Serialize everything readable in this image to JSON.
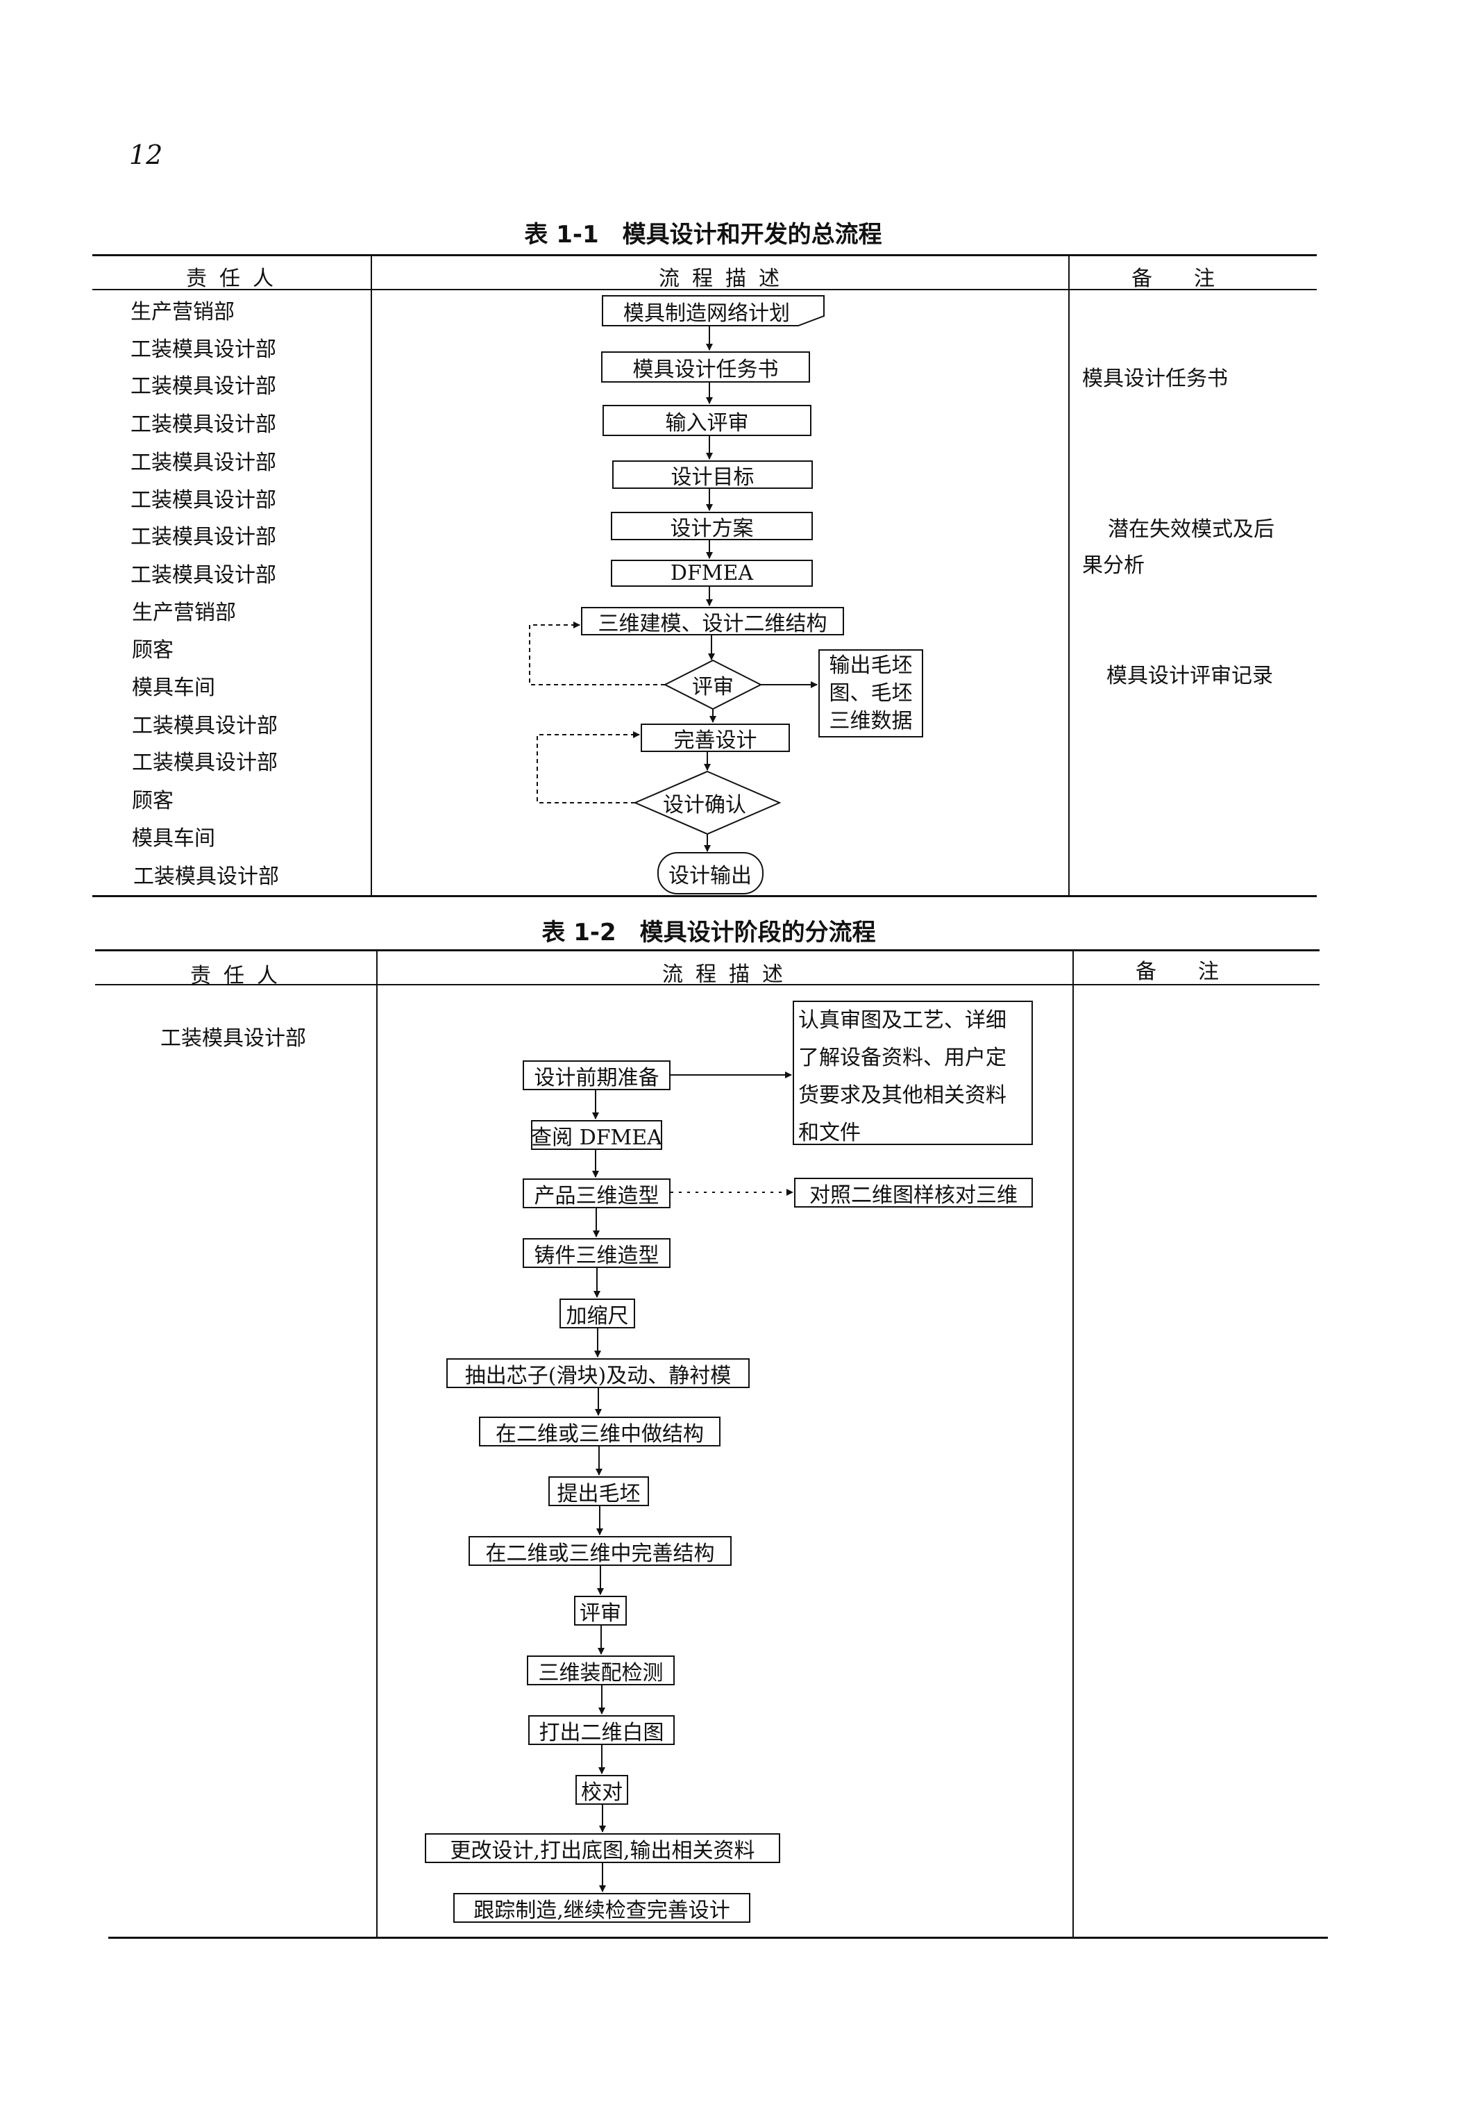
{
  "page_number": "12",
  "table1": {
    "title": "表 1-1　模具设计和开发的总流程",
    "headers": [
      "责任人",
      "流程描述",
      "备注"
    ],
    "responsible": [
      "生产营销部",
      "工装模具设计部",
      "工装模具设计部",
      "工装模具设计部",
      "工装模具设计部",
      "工装模具设计部",
      "工装模具设计部",
      "工装模具设计部",
      "生产营销部",
      "顾客",
      "模具车间",
      "工装模具设计部",
      "工装模具设计部",
      "顾客",
      "模具车间",
      "工装模具设计部"
    ],
    "flow": {
      "network_plan": "模具制造网络计划",
      "task_book": "模具设计任务书",
      "input_review": "输入评审",
      "design_goal": "设计目标",
      "design_scheme": "设计方案",
      "dfmea": "DFMEA",
      "modeling": "三维建模、设计二维结构",
      "review": "评审",
      "blank_output": [
        "输出毛坯",
        "图、毛坯",
        "三维数据"
      ],
      "improve": "完善设计",
      "confirm": "设计确认",
      "output": "设计输出"
    },
    "notes": {
      "task_book": "模具设计任务书",
      "fmea_line1": "潜在失效模式及后",
      "fmea_line2": "果分析",
      "review_record": "模具设计评审记录"
    }
  },
  "table2": {
    "title": "表 1-2　模具设计阶段的分流程",
    "headers": [
      "责任人",
      "流程描述",
      "备注"
    ],
    "responsible": "工装模具设计部",
    "steps": [
      "设计前期准备",
      "查阅 DFMEA",
      "产品三维造型",
      "铸件三维造型",
      "加缩尺",
      "抽出芯子(滑块)及动、静衬模",
      "在二维或三维中做结构",
      "提出毛坯",
      "在二维或三维中完善结构",
      "评审",
      "三维装配检测",
      "打出二维白图",
      "校对",
      "更改设计,打出底图,输出相关资料",
      "跟踪制造,继续检查完善设计"
    ],
    "side_note_1": [
      "认真审图及工艺、详细",
      "了解设备资料、用户定",
      "货要求及其他相关资料",
      "和文件"
    ],
    "side_note_2": "对照二维图样核对三维"
  }
}
